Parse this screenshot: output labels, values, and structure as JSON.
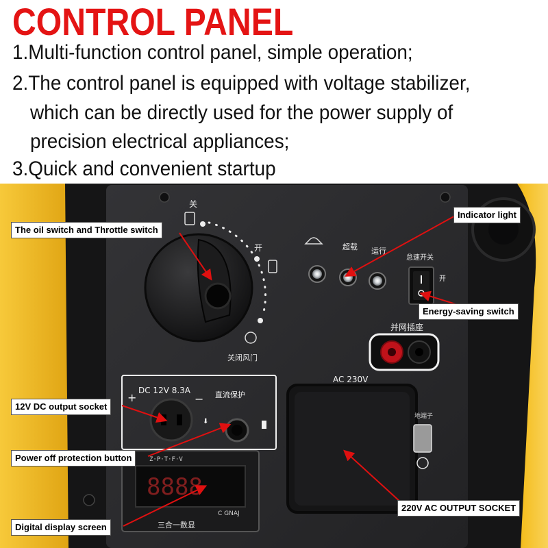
{
  "heading": {
    "title": "CONTROL PANEL",
    "lines": [
      "1.Multi-function control panel, simple operation;",
      "2.The control panel is equipped with voltage stabilizer,",
      "which can be directly used for the power supply of",
      "precision electrical appliances;",
      "3.Quick and convenient startup"
    ]
  },
  "callouts": {
    "oil_switch": "The oil switch and Throttle switch",
    "indicator_light": "Indicator light",
    "energy_saving": "Energy-saving  switch",
    "dc_socket": "12V DC output socket",
    "power_off": "Power off protection button",
    "ac_socket": "220V AC OUTPUT SOCKET",
    "display": "Digital display screen"
  },
  "panel_labels": {
    "off": "关",
    "on": "开",
    "choke_closed": "关闭风门",
    "overload": "超载",
    "running": "运行",
    "eco_switch": "怠速开关",
    "eco_on": "开",
    "grid_socket": "并网插座",
    "dc_rating": "DC 12V 8.3A",
    "dc_plus": "+",
    "dc_minus": "−",
    "dc_protect": "直流保护",
    "ac_rating": "AC 230V",
    "display_digits": "8888",
    "display_header": "Z·P·T·F·V",
    "display_brand": "C GNAJ",
    "display_caption": "三合一数显",
    "ground_label": "地端子"
  },
  "colors": {
    "title_red": "#e41414",
    "housing_yellow": "#f2b10e",
    "panel_dark": "#2b2b2d",
    "display_red": "#e03030",
    "arrow_red": "#e01010"
  }
}
